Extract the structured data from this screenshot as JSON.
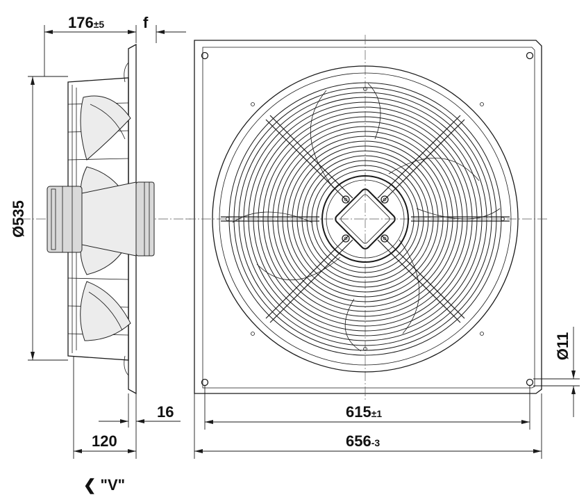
{
  "drawing": {
    "view_label": "❮ \"V\"",
    "dimensions": {
      "depth_main": "176",
      "depth_tol": "±5",
      "f_label": "f",
      "diameter": "Ø535",
      "flange_thickness": "16",
      "motor_depth": "120",
      "hole_spacing_main": "615",
      "hole_spacing_tol": "±1",
      "plate_width_main": "656",
      "plate_width_tol": "-3",
      "hole_diameter": "Ø11"
    }
  }
}
